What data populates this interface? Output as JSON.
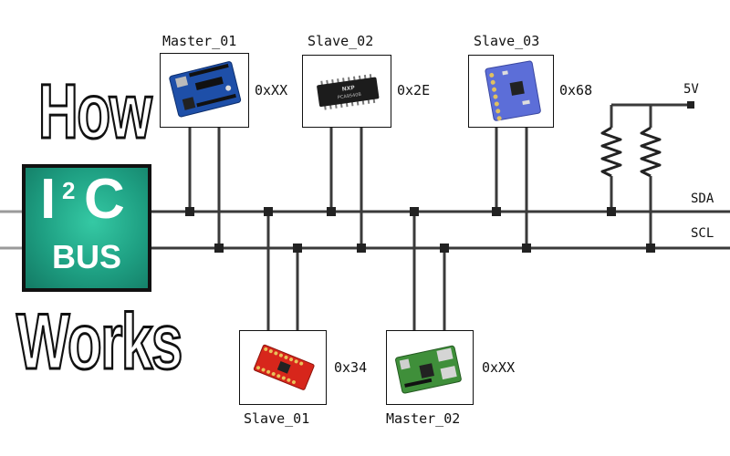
{
  "title": {
    "line1": "How",
    "line2": "Works"
  },
  "logo": {
    "main": "I",
    "superscript": "2",
    "suffix": "C",
    "sub": "BUS"
  },
  "bus": {
    "sda": "SDA",
    "scl": "SCL",
    "power": "5V"
  },
  "devices": {
    "master_01": {
      "name": "Master_01",
      "address": "0xXX",
      "icon": "arduino-board-icon"
    },
    "slave_02": {
      "name": "Slave_02",
      "address": "0x2E",
      "icon": "ic-chip-icon",
      "chip_text": "PCA9540B"
    },
    "slave_03": {
      "name": "Slave_03",
      "address": "0x68",
      "icon": "mpu-sensor-board-icon"
    },
    "slave_01": {
      "name": "Slave_01",
      "address": "0x34",
      "icon": "red-breakout-board-icon"
    },
    "master_02": {
      "name": "Master_02",
      "address": "0xXX",
      "icon": "raspberry-pi-icon"
    }
  },
  "colors": {
    "wire": "#3a3a3a",
    "logo_green": "#1e9f82",
    "arduino_blue": "#1e4fa8",
    "sensor_blue": "#5c6ed8",
    "breakout_red": "#d7261b",
    "pi_green": "#3f8f3a"
  }
}
